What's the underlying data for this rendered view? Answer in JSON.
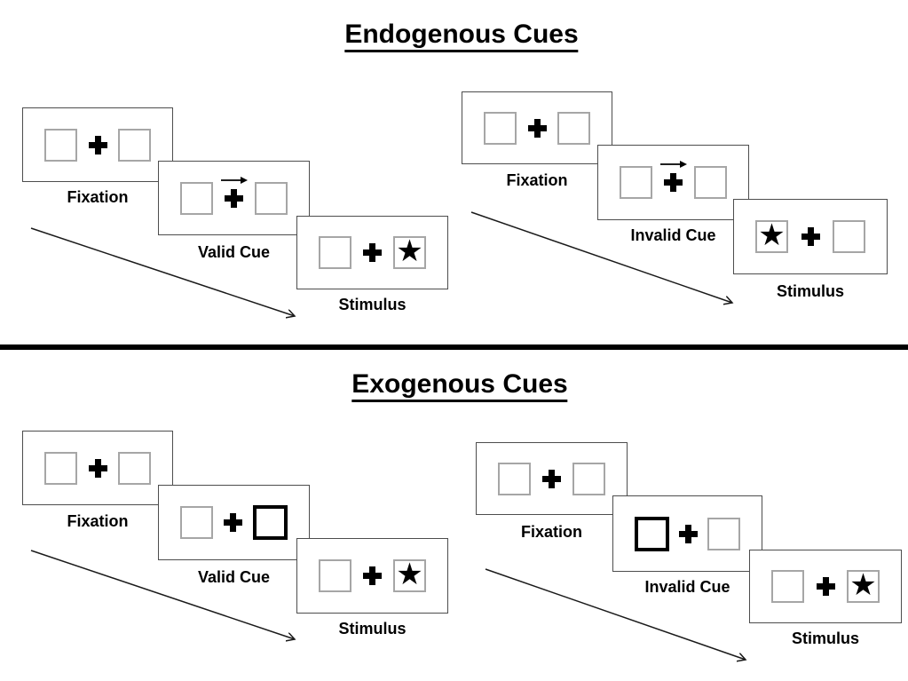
{
  "slide": {
    "background": "#ffffff"
  },
  "colors": {
    "panel_border": "#4d4d4d",
    "box_border": "#a6a6a6",
    "bold_cue_border": "#000000",
    "ink": "#000000"
  },
  "glyphs": {
    "star": "★"
  },
  "sections": [
    {
      "title": "Endogenous Cues",
      "groups": [
        {
          "name": "valid-trial",
          "panels": [
            {
              "label": "Fixation",
              "left_box": "empty",
              "right_box": "empty",
              "cue": "none"
            },
            {
              "label": "Valid Cue",
              "left_box": "empty",
              "right_box": "empty",
              "cue": "central-arrow-right"
            },
            {
              "label": "Stimulus",
              "left_box": "empty",
              "right_box": "star",
              "cue": "none"
            }
          ]
        },
        {
          "name": "invalid-trial",
          "panels": [
            {
              "label": "Fixation",
              "left_box": "empty",
              "right_box": "empty",
              "cue": "none"
            },
            {
              "label": "Invalid Cue",
              "left_box": "empty",
              "right_box": "empty",
              "cue": "central-arrow-right"
            },
            {
              "label": "Stimulus",
              "left_box": "star",
              "right_box": "empty",
              "cue": "none"
            }
          ]
        }
      ]
    },
    {
      "title": "Exogenous Cues",
      "groups": [
        {
          "name": "valid-trial",
          "panels": [
            {
              "label": "Fixation",
              "left_box": "empty",
              "right_box": "empty",
              "cue": "none"
            },
            {
              "label": "Valid Cue",
              "left_box": "empty",
              "right_box": "highlighted",
              "cue": "peripheral-right-box"
            },
            {
              "label": "Stimulus",
              "left_box": "empty",
              "right_box": "star",
              "cue": "none"
            }
          ]
        },
        {
          "name": "invalid-trial",
          "panels": [
            {
              "label": "Fixation",
              "left_box": "empty",
              "right_box": "empty",
              "cue": "none"
            },
            {
              "label": "Invalid Cue",
              "left_box": "highlighted",
              "right_box": "empty",
              "cue": "peripheral-left-box"
            },
            {
              "label": "Stimulus",
              "left_box": "empty",
              "right_box": "star",
              "cue": "none"
            }
          ]
        }
      ]
    }
  ]
}
